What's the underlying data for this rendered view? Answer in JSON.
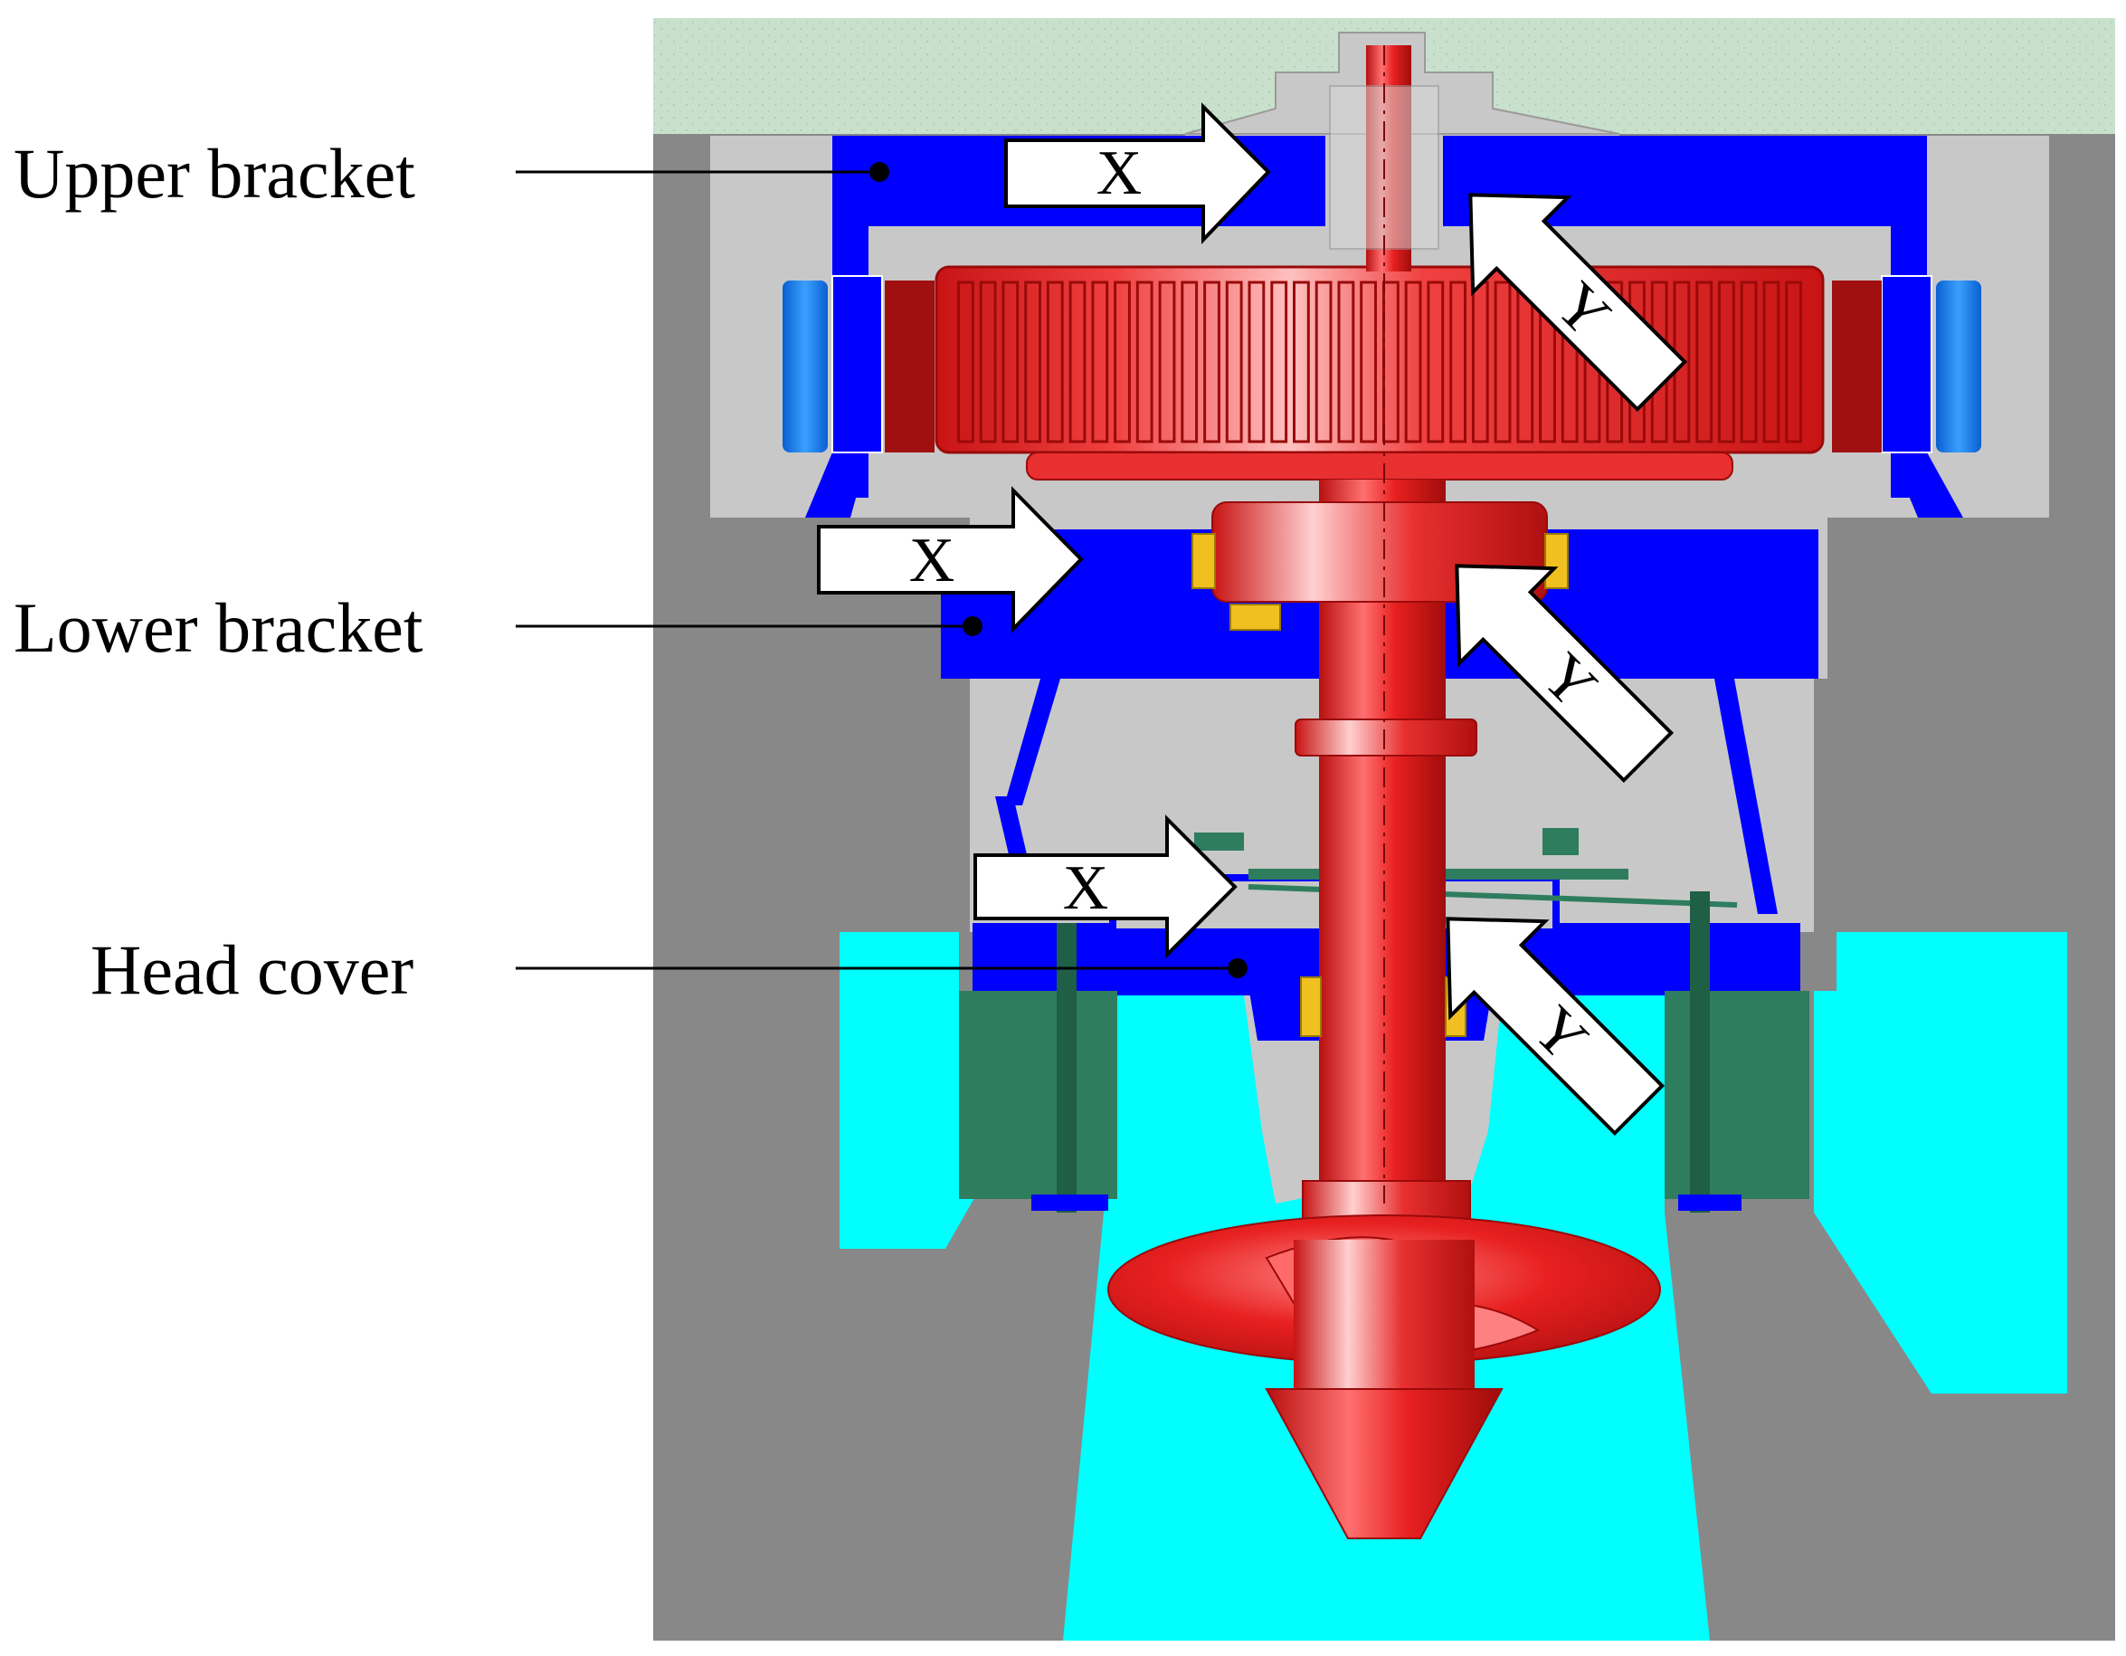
{
  "labels": {
    "upper_bracket": "Upper bracket",
    "lower_bracket": "Lower bracket",
    "head_cover": "Head cover"
  },
  "arrows": {
    "x_upper": "X",
    "y_upper": "Y",
    "x_lower": "X",
    "y_lower": "Y",
    "x_head": "X",
    "y_head": "Y"
  },
  "colors": {
    "ground": "#c8e0cc",
    "concrete": "#888888",
    "housing": "#c8c8c8",
    "bracket": "#0000ff",
    "rotor": "#e82020",
    "water": "#00ffff",
    "stator_cooler": "#1e90ff",
    "bolt": "#2e7d5e",
    "bearing_pad": "#f0c020"
  }
}
